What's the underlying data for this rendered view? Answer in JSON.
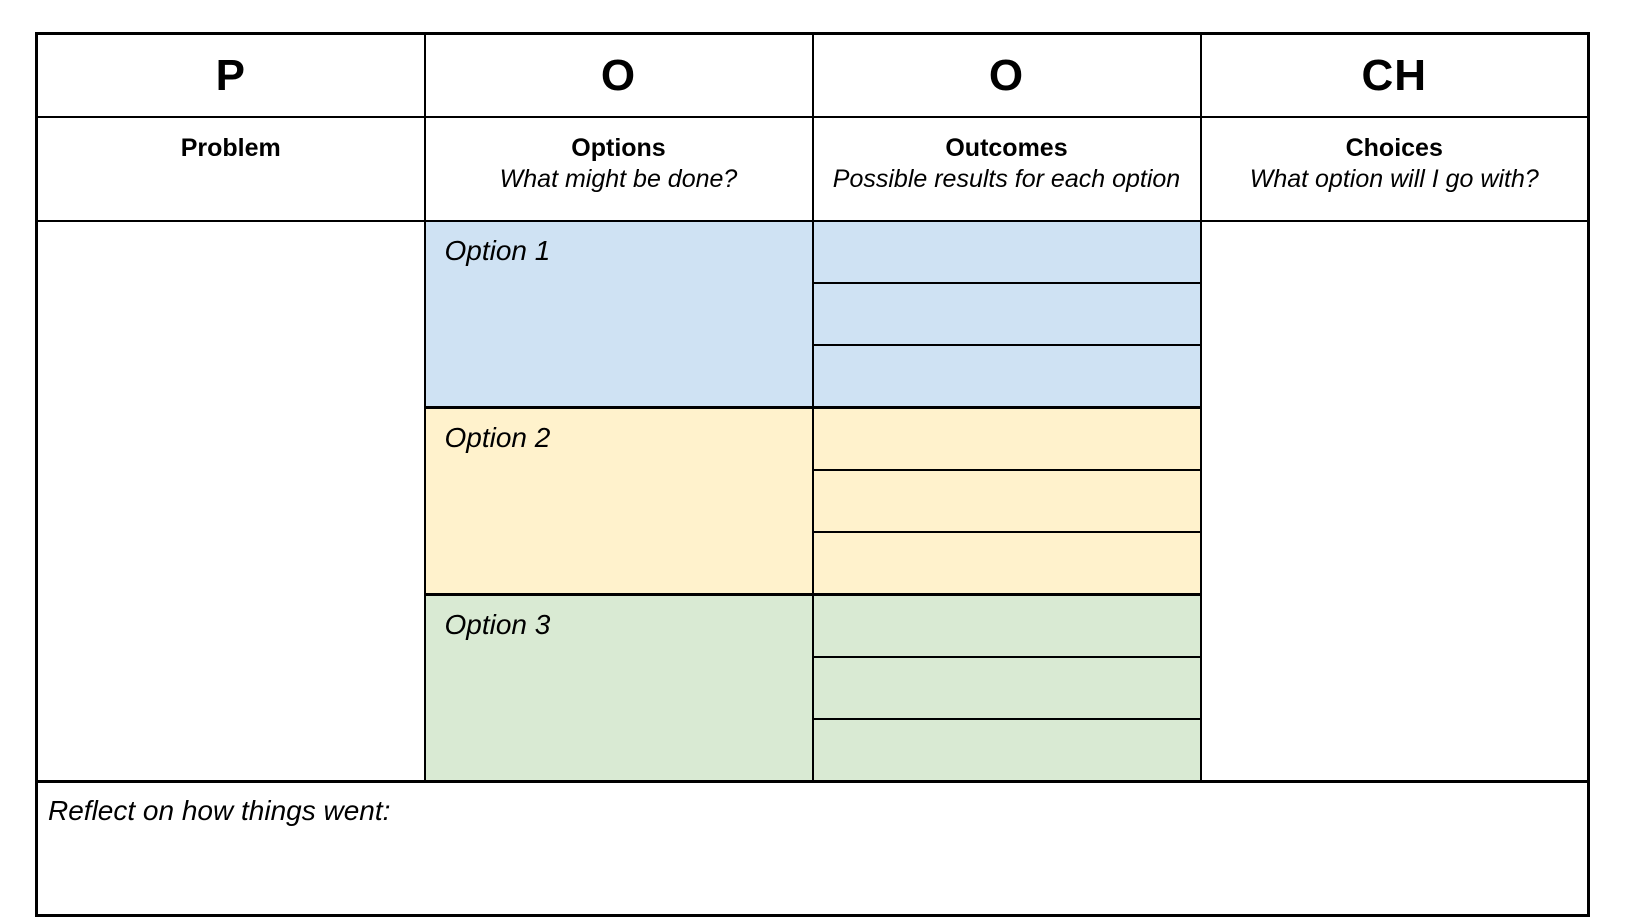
{
  "colors": {
    "border": "#000000",
    "page_bg": "#ffffff",
    "option1_bg": "#cfe2f3",
    "option2_bg": "#fff2cc",
    "option3_bg": "#d9ead3"
  },
  "header": {
    "columns": [
      {
        "letter": "P",
        "title": "Problem",
        "subtitle": ""
      },
      {
        "letter": "O",
        "title": "Options",
        "subtitle": "What might be done?"
      },
      {
        "letter": "O",
        "title": "Outcomes",
        "subtitle": "Possible results for each option"
      },
      {
        "letter": "CH",
        "title": "Choices",
        "subtitle": "What option will I go with?"
      }
    ]
  },
  "body": {
    "options": [
      {
        "label": "Option 1",
        "outcome_slots": 3
      },
      {
        "label": "Option 2",
        "outcome_slots": 3
      },
      {
        "label": "Option 3",
        "outcome_slots": 3
      }
    ]
  },
  "footer": {
    "label": "Reflect on how things went:"
  }
}
